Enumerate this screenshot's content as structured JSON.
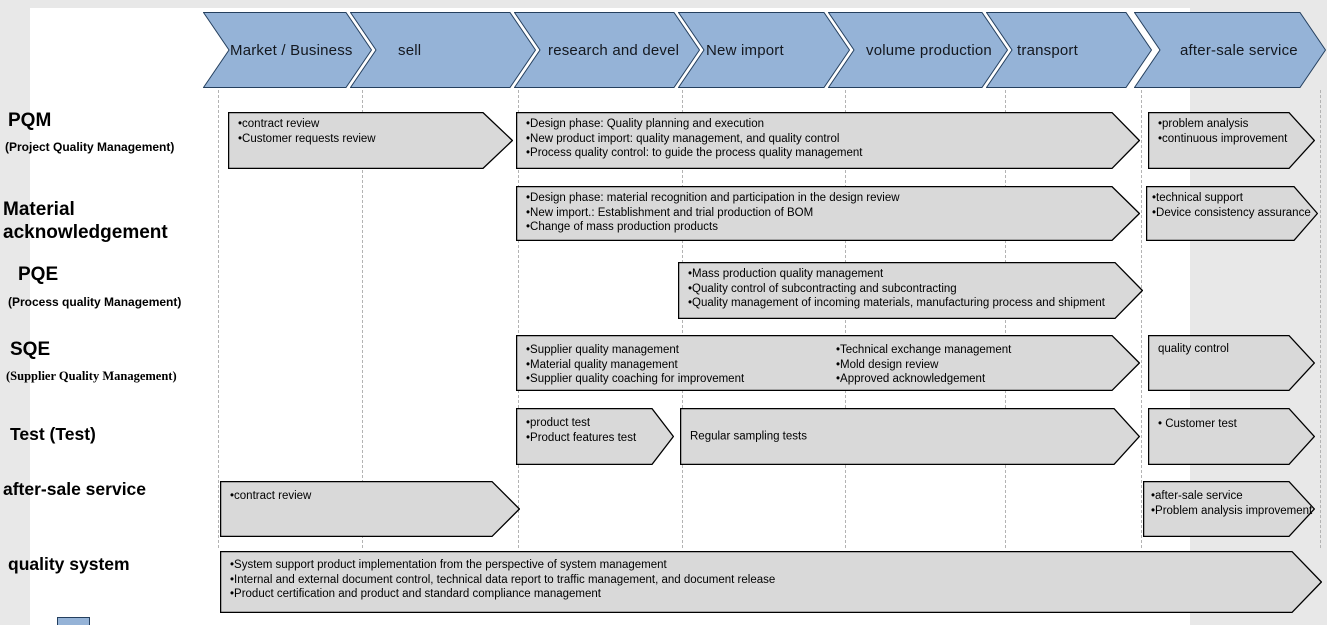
{
  "colors": {
    "phase_fill": "#95b3d7",
    "phase_border": "#243f5e",
    "box_fill": "#d9d9d9",
    "box_border": "#000000",
    "page_bg": "#ffffff",
    "outer_bg": "#e8e8e8"
  },
  "phases": [
    {
      "label": "Market / Business"
    },
    {
      "label": "sell"
    },
    {
      "label": "research and devel"
    },
    {
      "label": "New import"
    },
    {
      "label": "volume production"
    },
    {
      "label": "transport"
    },
    {
      "label": "after-sale service"
    }
  ],
  "rows": [
    {
      "label": "PQM",
      "subtitle": "(Project Quality Management)",
      "boxes": [
        {
          "lines": [
            "•contract review",
            "•Customer requests review"
          ]
        },
        {
          "lines": [
            "•Design phase: Quality planning and execution",
            "•New product import: quality management, and quality control",
            "•Process quality control: to guide the process quality management"
          ]
        },
        {
          "lines": [
            "•problem analysis",
            "•continuous improvement"
          ]
        }
      ]
    },
    {
      "label": "Material acknowledgement",
      "boxes": [
        {
          "lines": [
            "•Design phase: material recognition and participation in the design review",
            "•New import.: Establishment and trial production of BOM",
            "•Change of mass production products"
          ]
        },
        {
          "lines": [
            "•technical support",
            "•Device consistency assurance"
          ]
        }
      ]
    },
    {
      "label": "PQE",
      "subtitle": "(Process quality Management)",
      "boxes": [
        {
          "lines": [
            "•Mass production quality management",
            "•Quality control of subcontracting and subcontracting",
            "•Quality management of incoming materials, manufacturing process and shipment"
          ]
        }
      ]
    },
    {
      "label": "SQE",
      "subtitle": "(Supplier Quality Management)",
      "boxes": [
        {
          "col1": [
            "•Supplier quality management",
            "•Material quality management",
            "•Supplier quality coaching for improvement"
          ],
          "col2": [
            "•Technical exchange management",
            "•Mold design review",
            "•Approved acknowledgement"
          ]
        },
        {
          "lines": [
            "quality control"
          ]
        }
      ]
    },
    {
      "label": "Test (Test)",
      "boxes": [
        {
          "lines": [
            "•product test",
            "•Product features test"
          ]
        },
        {
          "lines": [
            "Regular sampling tests"
          ]
        },
        {
          "lines": [
            "• Customer test"
          ]
        }
      ]
    },
    {
      "label": "after-sale service",
      "boxes": [
        {
          "lines": [
            "•contract review"
          ]
        },
        {
          "lines": [
            "•after-sale service",
            "•Problem analysis improvement"
          ]
        }
      ]
    },
    {
      "label": "quality system",
      "boxes": [
        {
          "lines": [
            "•System support product implementation from the perspective of system management",
            "•Internal and external document control, technical data report to traffic management, and document release",
            "•Product certification and product and standard compliance management"
          ]
        }
      ]
    }
  ]
}
